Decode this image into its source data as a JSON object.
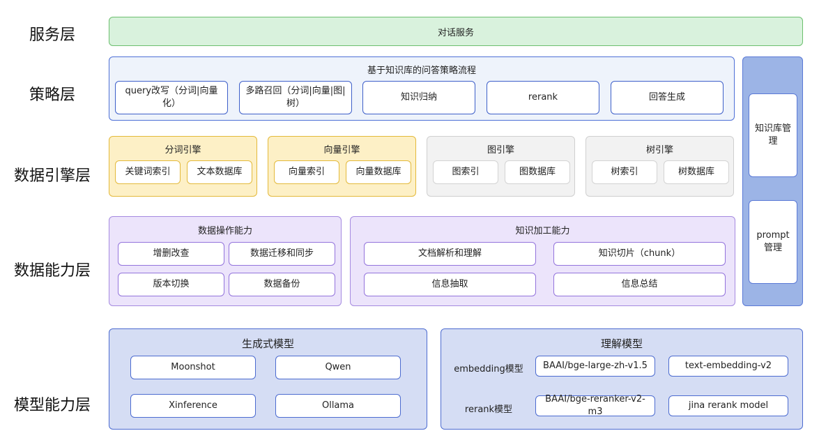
{
  "layers": {
    "service": "服务层",
    "strategy": "策略层",
    "engine": "数据引擎层",
    "capability": "数据能力层",
    "model": "模型能力层"
  },
  "service": {
    "label": "对话服务"
  },
  "strategy": {
    "title": "基于知识库的问答策略流程",
    "items": [
      "query改写（分词|向量化）",
      "多路召回（分词|向量|图|树）",
      "知识归纳",
      "rerank",
      "回答生成"
    ]
  },
  "engines": [
    {
      "title": "分词引擎",
      "items": [
        "关键词索引",
        "文本数据库"
      ]
    },
    {
      "title": "向量引擎",
      "items": [
        "向量索引",
        "向量数据库"
      ]
    },
    {
      "title": "图引擎",
      "items": [
        "图索引",
        "图数据库"
      ]
    },
    {
      "title": "树引擎",
      "items": [
        "树索引",
        "树数据库"
      ]
    }
  ],
  "data_ops": {
    "title": "数据操作能力",
    "items": [
      "增删改查",
      "数据迁移和同步",
      "版本切换",
      "数据备份"
    ]
  },
  "knowledge_proc": {
    "title": "知识加工能力",
    "items": [
      "文档解析和理解",
      "知识切片（chunk）",
      "信息抽取",
      "信息总结"
    ]
  },
  "side": {
    "kb_mgmt": "知识库管理",
    "prompt_mgmt": "prompt管理"
  },
  "gen_model": {
    "title": "生成式模型",
    "items": [
      "Moonshot",
      "Qwen",
      "Xinference",
      "Ollama"
    ]
  },
  "und_model": {
    "title": "理解模型",
    "embedding_label": "embedding模型",
    "rerank_label": "rerank模型",
    "embedding_items": [
      "BAAI/bge-large-zh-v1.5",
      "text-embedding-v2"
    ],
    "rerank_items": [
      "BAAI/bge-reranker-v2-m3",
      "jina rerank model"
    ]
  }
}
